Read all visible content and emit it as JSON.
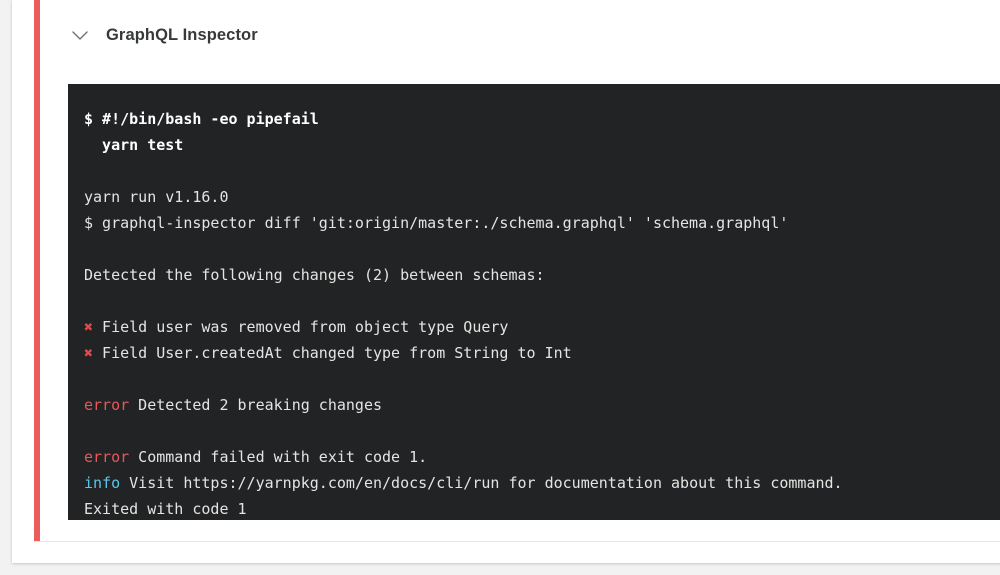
{
  "page": {
    "background_color": "#f2f2f2",
    "card_background": "#ffffff"
  },
  "step": {
    "title": "GraphQL Inspector",
    "status_color": "#eb5d5d",
    "collapse_icon": "chevron-down-icon",
    "expanded": true
  },
  "terminal": {
    "background_color": "#222324",
    "text_color": "#e4e4e2",
    "error_color": "#e8575a",
    "info_color": "#58c8e8",
    "cross_color": "#e0484b",
    "cross_glyph": "✖",
    "lines": [
      {
        "type": "command",
        "text": "$ #!/bin/bash -eo pipefail"
      },
      {
        "type": "command",
        "text": "  yarn test"
      },
      {
        "type": "blank",
        "text": ""
      },
      {
        "type": "plain",
        "text": "yarn run v1.16.0"
      },
      {
        "type": "plain",
        "text": "$ graphql-inspector diff 'git:origin/master:./schema.graphql' 'schema.graphql'"
      },
      {
        "type": "blank",
        "text": ""
      },
      {
        "type": "plain",
        "text": "Detected the following changes (2) between schemas:"
      },
      {
        "type": "blank",
        "text": ""
      },
      {
        "type": "cross",
        "marker": "✖",
        "text": " Field user was removed from object type Query"
      },
      {
        "type": "cross",
        "marker": "✖",
        "text": " Field User.createdAt changed type from String to Int"
      },
      {
        "type": "blank",
        "text": ""
      },
      {
        "type": "error",
        "marker": "error",
        "text": " Detected 2 breaking changes"
      },
      {
        "type": "blank",
        "text": ""
      },
      {
        "type": "error",
        "marker": "error",
        "text": " Command failed with exit code 1."
      },
      {
        "type": "info",
        "marker": "info",
        "text": " Visit https://yarnpkg.com/en/docs/cli/run for documentation about this command."
      },
      {
        "type": "plain",
        "text": "Exited with code 1"
      }
    ]
  }
}
